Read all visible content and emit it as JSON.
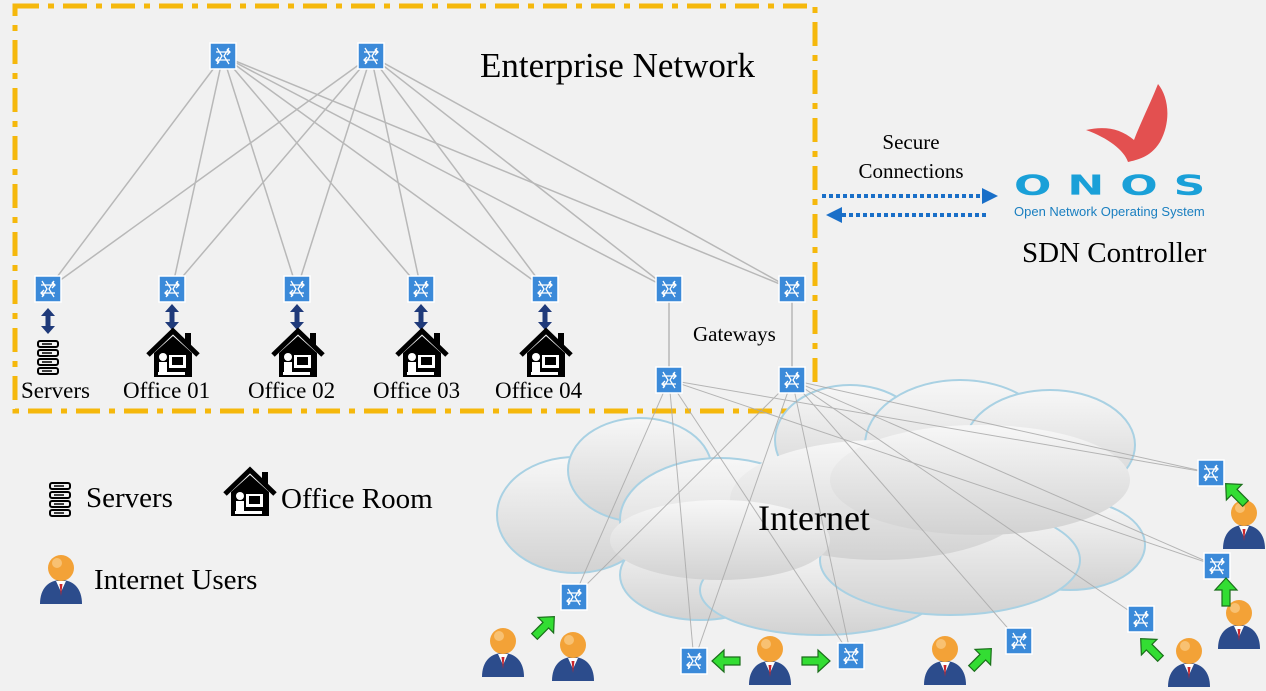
{
  "enterprise": {
    "title": "Enterprise Network",
    "offices": [
      "Servers",
      "Office 01",
      "Office 02",
      "Office 03",
      "Office 04"
    ],
    "gateways_label": "Gateways"
  },
  "controller": {
    "connection_label": "Secure Connections",
    "logo_word": "ONOS",
    "logo_subtitle": "Open Network Operating System",
    "label": "SDN Controller"
  },
  "internet": {
    "label": "Internet"
  },
  "legend": {
    "servers": "Servers",
    "office_room": "Office Room",
    "internet_users": "Internet Users"
  },
  "colors": {
    "enterprise_border": "#f5b80c",
    "switch_fill": "#3b8ad9",
    "link_arrow": "#1f3a7a",
    "user_arrow": "#33dd33",
    "secure_arrow": "#1a6fc8",
    "onos_blue": "#1aa0d8",
    "onos_bird": "#e35050"
  },
  "icons": [
    "switch-icon",
    "server-rack-icon",
    "office-house-icon",
    "user-icon",
    "onos-bird-icon"
  ]
}
